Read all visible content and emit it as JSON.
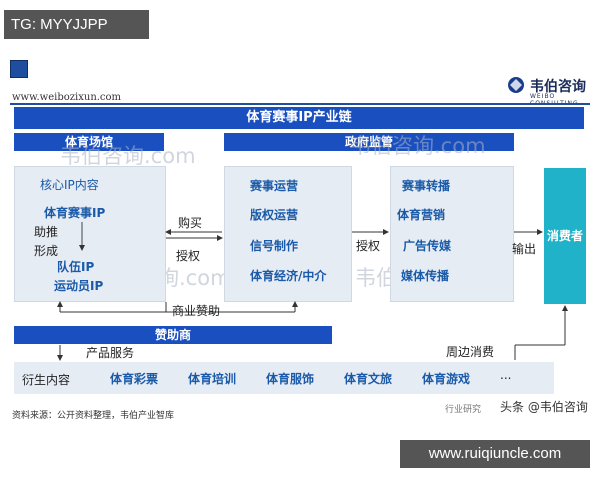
{
  "tag": "TG: MYYJJPP",
  "website": "www.weibozixun.com",
  "brand": {
    "name": "韦伯咨询",
    "sub": "WEIBO CONSULTING"
  },
  "title": "体育赛事IP产业链",
  "sections": {
    "venue": "体育场馆",
    "government": "政府监管",
    "sponsor": "赞助商"
  },
  "left_box": {
    "core": "核心IP内容",
    "event_ip": "体育赛事IP",
    "push": "助推",
    "form": "形成",
    "team_ip": "队伍IP",
    "athlete_ip": "运动员IP"
  },
  "middle_box": [
    "赛事运营",
    "版权运营",
    "信号制作",
    "体育经济/中介"
  ],
  "right_box": [
    "赛事转播",
    "体育营销",
    "广告传媒",
    "媒体传播"
  ],
  "consumer": "消费者",
  "labels": {
    "buy": "购买",
    "license1": "授权",
    "license2": "授权",
    "output": "输出",
    "commercial_sponsor": "商业赞助",
    "product_service": "产品服务",
    "peripheral": "周边消费"
  },
  "derivatives": {
    "label": "衍生内容",
    "items": [
      "体育彩票",
      "体育培训",
      "体育服饰",
      "体育文旅",
      "体育游戏",
      "..."
    ]
  },
  "source": "资料来源：公开资料整理，韦伯产业智库",
  "watermark_faint": "韦伯咨询.com",
  "watermark_right": "行业研究",
  "watermark_name": "头条 @韦伯咨询",
  "watermark_url": "www.ruiqiuncle.com"
}
